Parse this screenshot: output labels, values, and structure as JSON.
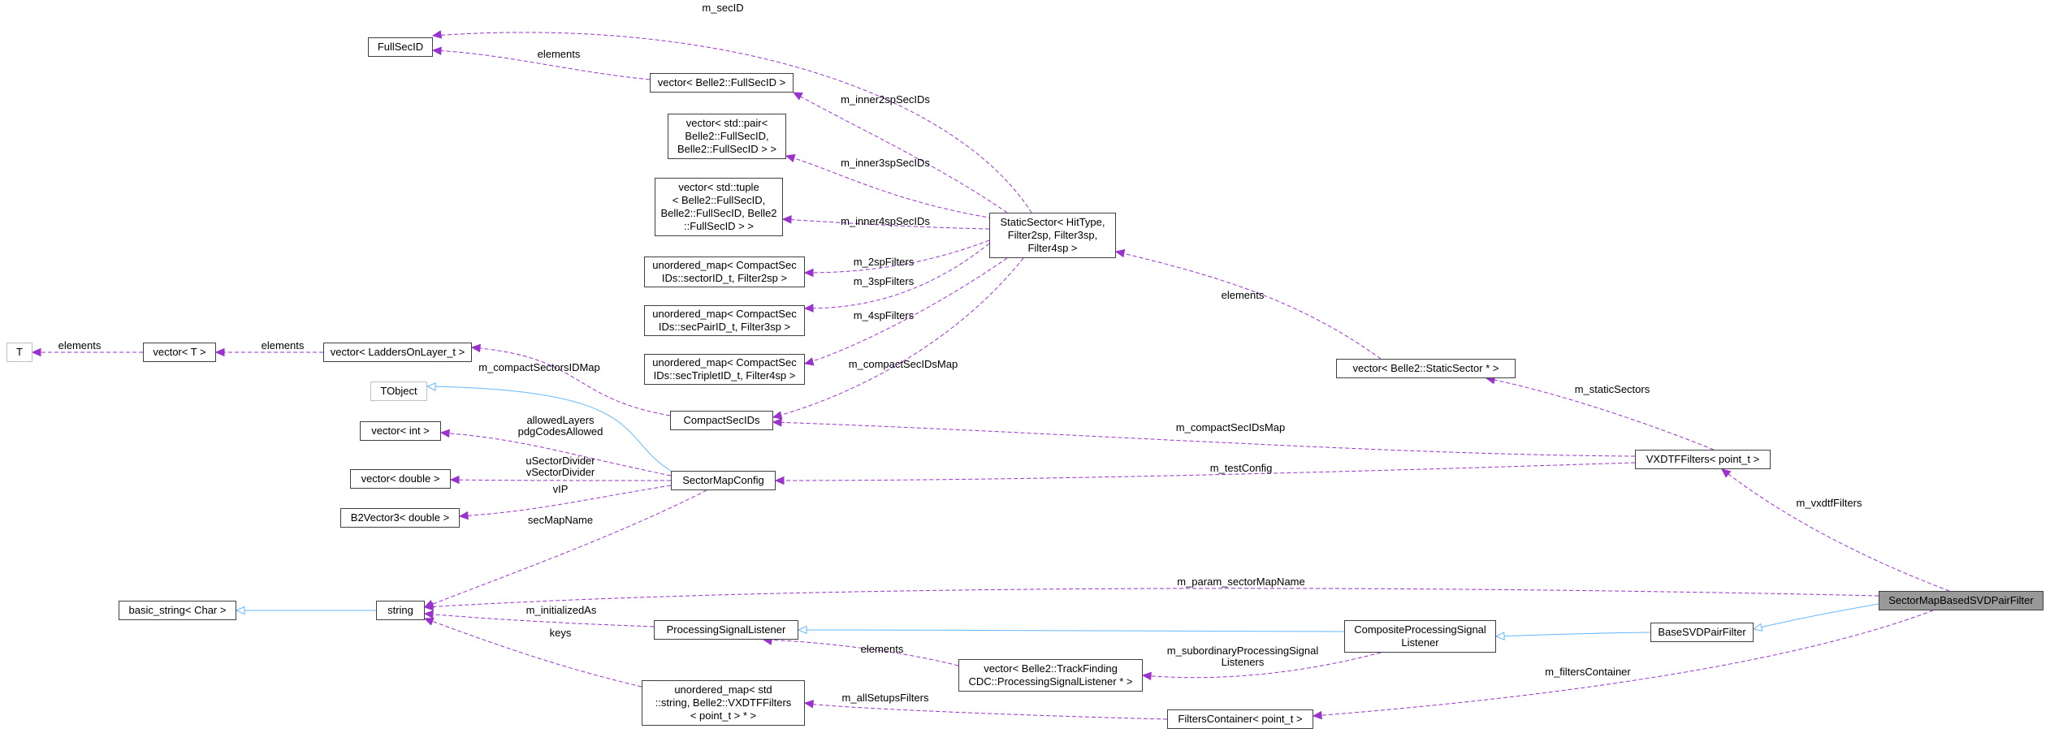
{
  "nodes": {
    "full_sec_id": [
      "FullSecID"
    ],
    "vector_fullsecid": [
      "vector< Belle2::FullSecID >"
    ],
    "vector_pair": [
      "vector< std::pair<",
      "Belle2::FullSecID,",
      "Belle2::FullSecID > >"
    ],
    "vector_tuple": [
      "vector< std::tuple",
      "< Belle2::FullSecID,",
      "Belle2::FullSecID, Belle2",
      "::FullSecID > >"
    ],
    "umap_sectorid": [
      "unordered_map< CompactSec",
      "IDs::sectorID_t, Filter2sp >"
    ],
    "umap_secpairid": [
      "unordered_map< CompactSec",
      "IDs::secPairID_t, Filter3sp >"
    ],
    "umap_sectripletid": [
      "unordered_map< CompactSec",
      "IDs::secTripletID_t, Filter4sp >"
    ],
    "static_sector": [
      "StaticSector< HitType,",
      "Filter2sp, Filter3sp,",
      "Filter4sp >"
    ],
    "t": [
      "T"
    ],
    "vector_t": [
      "vector< T >"
    ],
    "vector_ladders": [
      "vector< LaddersOnLayer_t >"
    ],
    "tobject": [
      "TObject"
    ],
    "compact_sec_ids": [
      "CompactSecIDs"
    ],
    "vector_int": [
      "vector< int >"
    ],
    "vector_double": [
      "vector< double >"
    ],
    "b2vector3": [
      "B2Vector3< double >"
    ],
    "sector_map_config": [
      "SectorMapConfig"
    ],
    "vector_static_sector": [
      "vector< Belle2::StaticSector * >"
    ],
    "vxdtf_filters": [
      "VXDTFFilters< point_t >"
    ],
    "basic_string": [
      "basic_string< Char >"
    ],
    "string": [
      "string"
    ],
    "processing_signal_listener": [
      "ProcessingSignalListener"
    ],
    "composite_psl": [
      "CompositeProcessingSignal",
      "Listener"
    ],
    "base_svd_pair_filter": [
      "BaseSVDPairFilter"
    ],
    "sector_map_based_svd_pair_filter": [
      "SectorMapBasedSVDPairFilter"
    ],
    "vector_psl_ptr": [
      "vector< Belle2::TrackFinding",
      "CDC::ProcessingSignalListener * >"
    ],
    "umap_string": [
      "unordered_map< std",
      "::string, Belle2::VXDTFFilters",
      "< point_t > * >"
    ],
    "filters_container": [
      "FiltersContainer< point_t >"
    ]
  },
  "edge_labels": {
    "m_secID": [
      "m_secID"
    ],
    "elements_fullsecid": [
      "elements"
    ],
    "m_inner2spSecIDs": [
      "m_inner2spSecIDs"
    ],
    "m_inner3spSecIDs": [
      "m_inner3spSecIDs"
    ],
    "m_inner4spSecIDs": [
      "m_inner4spSecIDs"
    ],
    "m_2spFilters": [
      "m_2spFilters"
    ],
    "m_3spFilters": [
      "m_3spFilters"
    ],
    "m_4spFilters": [
      "m_4spFilters"
    ],
    "m_compactSecIDsMap_ss": [
      "m_compactSecIDsMap"
    ],
    "elements_static_sector": [
      "elements"
    ],
    "elements_t": [
      "elements"
    ],
    "elements_vector_t": [
      "elements"
    ],
    "m_compactSectorsIDMap": [
      "m_compactSectorsIDMap"
    ],
    "allowedLayers": [
      "allowedLayers",
      "pdgCodesAllowed"
    ],
    "uSectorDivider": [
      "uSectorDivider",
      "vSectorDivider"
    ],
    "vIP": [
      "vIP"
    ],
    "secMapName": [
      "secMapName"
    ],
    "m_staticSectors": [
      "m_staticSectors"
    ],
    "m_compactSecIDsMap_vx": [
      "m_compactSecIDsMap"
    ],
    "m_testConfig": [
      "m_testConfig"
    ],
    "m_vxdtfFilters": [
      "m_vxdtfFilters"
    ],
    "m_param_sectorMapName": [
      "m_param_sectorMapName"
    ],
    "m_initializedAs": [
      "m_initializedAs"
    ],
    "keys": [
      "keys"
    ],
    "elements_psl": [
      "elements"
    ],
    "m_subordinary": [
      "m_subordinaryProcessingSignal",
      "Listeners"
    ],
    "m_filtersContainer": [
      "m_filtersContainer"
    ],
    "m_allSetupsFilters": [
      "m_allSetupsFilters"
    ]
  },
  "colors": {
    "usage_edge": "#9a32cd",
    "inheritance_edge": "#63b8ff",
    "node_border": "#404040",
    "muted_border": "#bfbfbf",
    "focus_fill": "#999999"
  }
}
